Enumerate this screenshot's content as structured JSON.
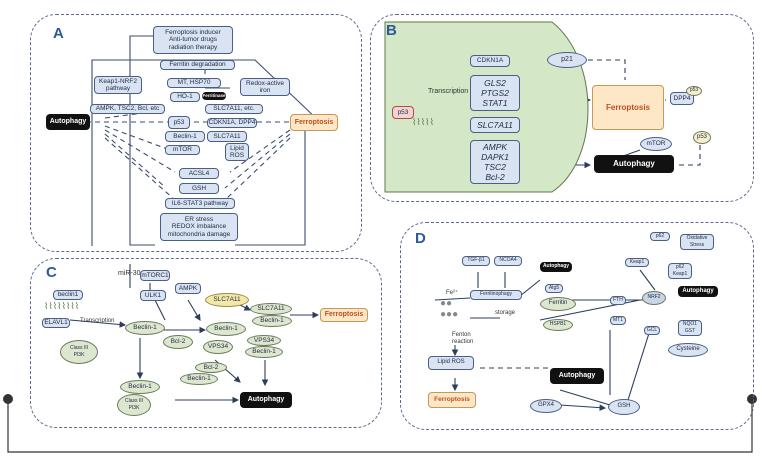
{
  "panels": {
    "a": "A",
    "b": "B",
    "c": "C",
    "d": "D"
  },
  "panel_a": {
    "inducer": "Ferroptosis inducer\nAnti-tumor drugs\nradiation therapy",
    "ferritin_degradation": "Ferritin degradation",
    "keap1": "Keap1-NRF2\npathway",
    "mt_hsp70": "MT, HSP70",
    "ho1": "HO-1",
    "ho1_tag": "Ferritinase",
    "redox_iron": "Redox-active\niron",
    "ampk": "AMPK, TSC2, Bcl, etc",
    "slc7a11_etc": "SLC7A11, etc.",
    "p53": "p53",
    "cdkn1a": "CDKN1A, DPP4",
    "autophagy": "Autophagy",
    "ferroptosis": "Ferroptosis",
    "beclin1": "Beclin-1",
    "slc7a11": "SLC7A11",
    "mtor": "mTOR",
    "lipid_ros": "Lipid\nROS",
    "acsl4": "ACSL4",
    "gsh": "GSH",
    "il6": "IL6-STAT3 pathway",
    "er_stress": "ER stress\nREDOX imbalance\nmitochondria damage"
  },
  "panel_b": {
    "p53": "p53",
    "transcription": "Transcription",
    "cdkn1a": "CDKN1A",
    "gls2": "GLS2\nPTGS2\nSTAT1",
    "slc7a11": "SLC7A11",
    "ampk": "AMPK\nDAPK1\nTSC2\nBcl-2",
    "p21": "p21",
    "ferroptosis": "Ferroptosis",
    "dpp4": "DPP4",
    "p53_small_1": "p53",
    "mtor": "mTOR",
    "p53_small_2": "p53",
    "autophagy": "Autophagy"
  },
  "panel_c": {
    "mir": "miR-30a",
    "beclin1_gene": "beclin1",
    "elavl1": "ELAVL1",
    "transcription": "Transcription",
    "mtorc1": "mTORC1",
    "ulk1": "ULK1",
    "ampk": "AMPK",
    "slc7a11": "SLC7A11",
    "slc7a11_complex": "SLC7A11",
    "beclin1_complex": "Beclin-1",
    "ferroptosis": "Ferroptosis",
    "beclin1_center": "Beclin-1",
    "beclin1_p": "Beclin-1",
    "classiii": "Class III\nPI3K",
    "bcl2": "Bcl-2",
    "vps34": "VPS34",
    "vps34_complex": "VPS34",
    "beclin1_vps": "Beclin-1",
    "bcl2_complex": "Bcl-2",
    "beclin1_bcl": "Beclin-1",
    "beclin1_low": "Beclin-1",
    "classiii_low": "Class III\nPI3K",
    "autophagy": "Autophagy"
  },
  "panel_d": {
    "tgf": "TGF-β1",
    "ncoa4": "NCOA4",
    "autophagy_top": "Autophagy",
    "ferritinophagy": "Ferritinophagy",
    "atg5": "Atg5",
    "fe": "Fe²⁺",
    "storage": "storage",
    "ferritin": "Ferritin",
    "hspb1": "HSPB1",
    "fenton": "Fenton\nreaction",
    "p62": "p62",
    "keap1": "Keap1",
    "stress": "Oxidative\nStress",
    "p62_keap1": "p62\nKeap1",
    "autophagy_right": "Autophagy",
    "fth": "FTH",
    "nrf2": "NRF2",
    "mt1": "MT1",
    "gcl": "GCL",
    "nqo1": "NQO1\nGST",
    "cysteine": "Cysteine",
    "lipid_ros": "Lipid ROS",
    "autophagy_center": "Autophagy",
    "ferroptosis": "Ferroptosis",
    "gpx4": "GPX4",
    "gsh": "GSH"
  }
}
